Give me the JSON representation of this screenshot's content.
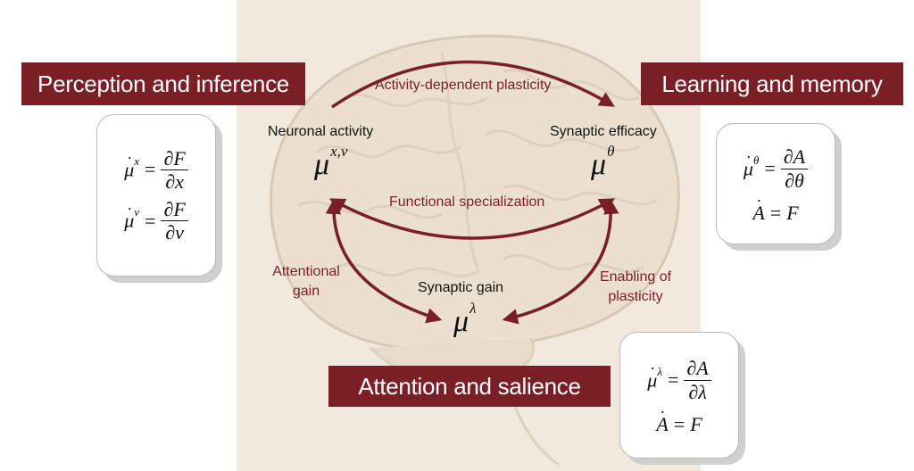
{
  "banners": {
    "perception": "Perception and inference",
    "learning": "Learning and memory",
    "attention": "Attention and salience"
  },
  "nodes": {
    "neuronal": {
      "label": "Neuronal activity",
      "symbol": "μ",
      "superscript": "x,v"
    },
    "synaptic_efficacy": {
      "label": "Synaptic efficacy",
      "symbol": "μ",
      "superscript": "θ"
    },
    "synaptic_gain": {
      "label": "Synaptic gain",
      "symbol": "μ",
      "superscript": "λ"
    }
  },
  "arrows": {
    "activity_plasticity": "Activity-dependent plasticity",
    "functional_specialization": "Functional specialization",
    "attentional_gain_1": "Attentional",
    "attentional_gain_2": "gain",
    "enabling_1": "Enabling of",
    "enabling_2": "plasticity"
  },
  "equations": {
    "perception": [
      {
        "var": "μ",
        "sup": "x",
        "num": "∂F",
        "den": "∂x"
      },
      {
        "var": "μ",
        "sup": "v",
        "num": "∂F",
        "den": "∂v"
      }
    ],
    "learning": {
      "var": "μ",
      "sup": "θ",
      "num": "∂A",
      "den": "∂θ",
      "rhs_lhs": "A",
      "rhs_rhs": "F"
    },
    "attention": {
      "var": "μ",
      "sup": "λ",
      "num": "∂A",
      "den": "∂λ",
      "rhs_lhs": "A",
      "rhs_rhs": "F"
    },
    "equals": "="
  },
  "colors": {
    "banner": "#7a1f26",
    "arrow": "#7a1f26",
    "backdrop": "#f1e9dc"
  }
}
